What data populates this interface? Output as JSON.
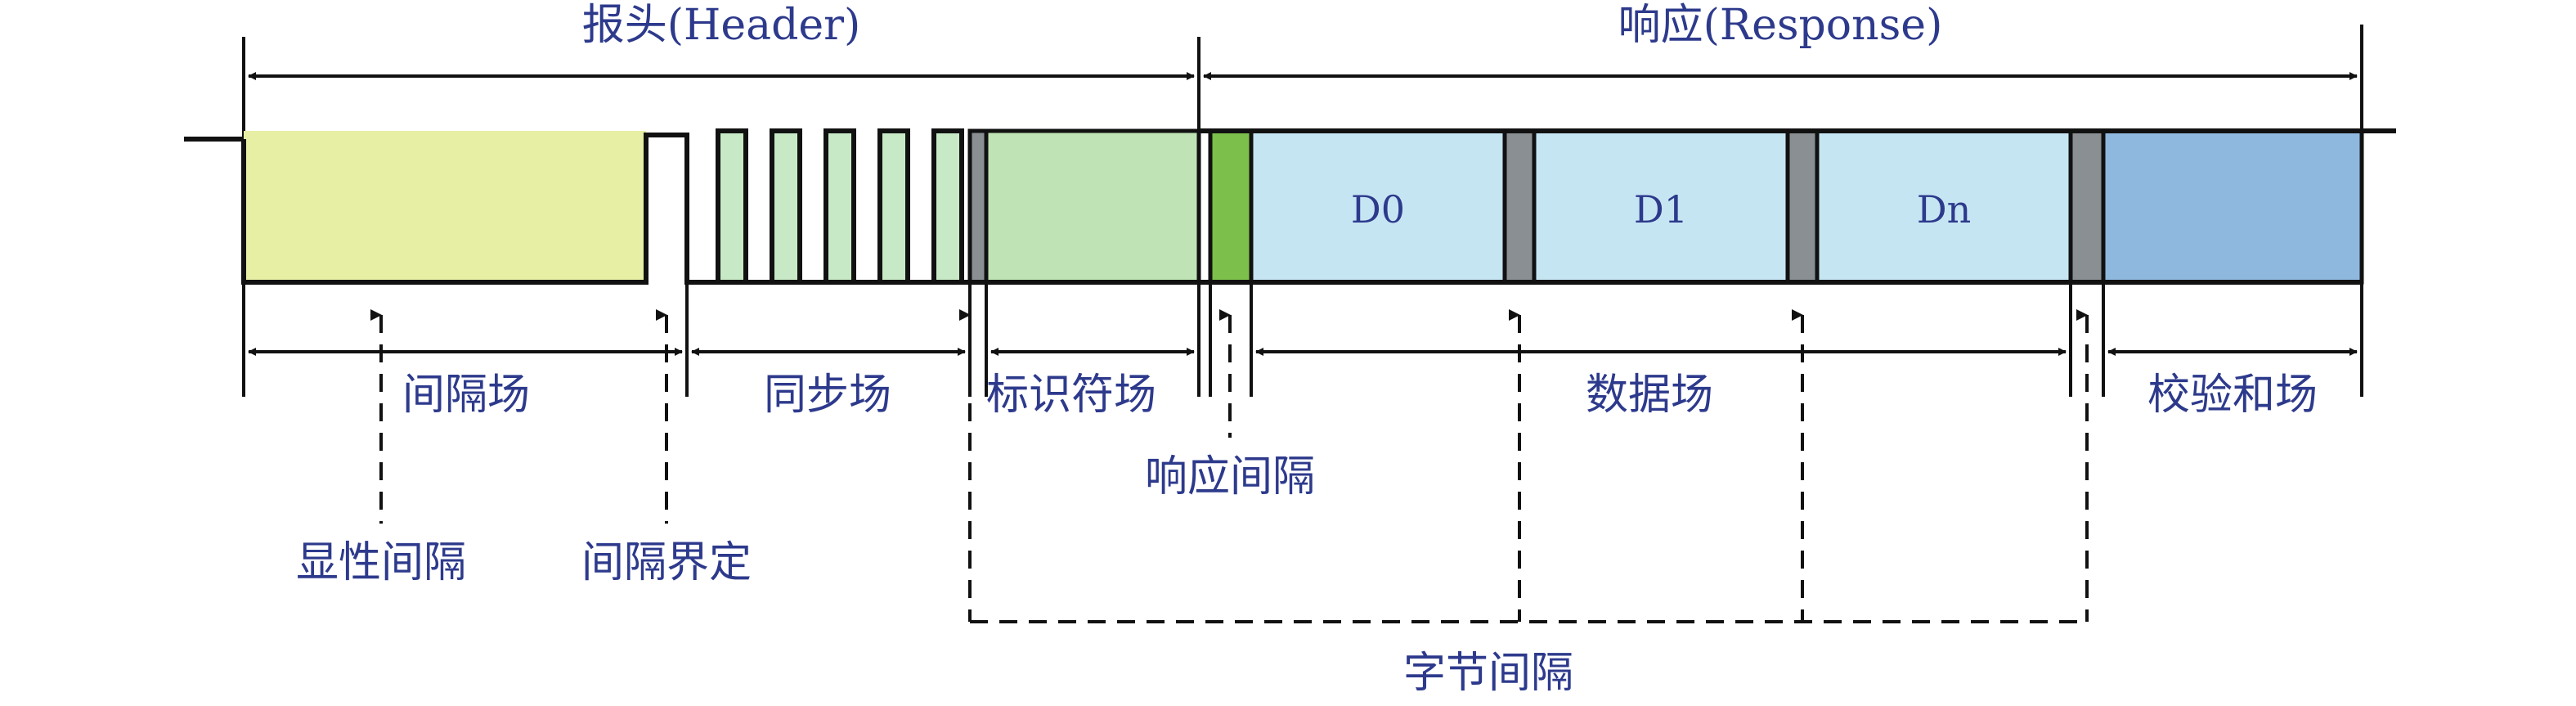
{
  "colors": {
    "text": "#2d3a8c",
    "line": "#111111",
    "break_yellow": "#e6efa4",
    "sync_green": "#c8e9c6",
    "id_green": "#bfe3b4",
    "resp_gap_green": "#7cbf4a",
    "data_blue": "#c6e5f3",
    "checksum_blue": "#8fb8df",
    "interbyte_gray": "#8a8f94"
  },
  "top": {
    "header": "报头(Header)",
    "response": "响应(Response)"
  },
  "segments": {
    "d0": "D0",
    "d1": "D1",
    "dn": "Dn"
  },
  "fields": {
    "break_field": "间隔场",
    "sync_field": "同步场",
    "identifier_field": "标识符场",
    "response_space": "响应间隔",
    "data_field": "数据场",
    "checksum_field": "校验和场"
  },
  "callouts": {
    "break": "显性间隔",
    "break_delimiter": "间隔界定",
    "interbyte_space": "字节间隔"
  }
}
